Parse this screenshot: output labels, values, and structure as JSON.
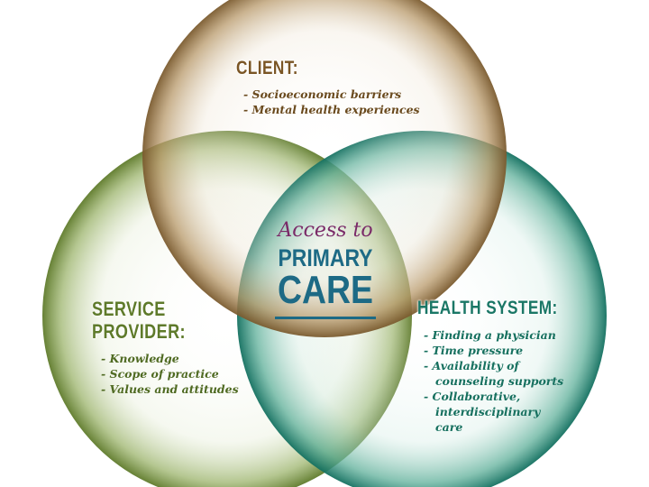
{
  "colors": {
    "client": "#8a6a3a",
    "service_provider": "#6f8c3a",
    "health_system": "#1f8a73",
    "center_accent": "#7a2a68",
    "center_main": "#1d6a85"
  },
  "center": {
    "subtitle": "Access to",
    "line1": "PRIMARY",
    "line2": "CARE"
  },
  "client": {
    "heading": "CLIENT:",
    "items": [
      "- Socioeconomic barriers",
      "- Mental health experiences"
    ]
  },
  "service_provider": {
    "heading_line1": "SERVICE",
    "heading_line2": "PROVIDER:",
    "items": [
      "- Knowledge",
      "- Scope of practice",
      "- Values and attitudes"
    ]
  },
  "health_system": {
    "heading": "HEALTH SYSTEM:",
    "items": [
      "- Finding a physician",
      "- Time pressure",
      "- Availability of",
      "   counseling supports",
      "- Collaborative,",
      "   interdisciplinary",
      "   care"
    ]
  }
}
